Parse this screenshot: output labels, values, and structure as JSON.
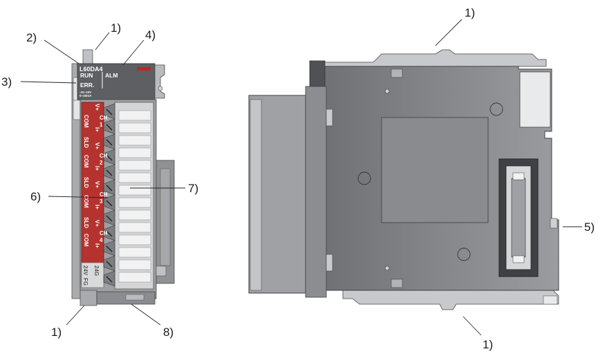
{
  "front": {
    "model": "L60DA4",
    "led_run": "RUN",
    "led_alm": "ALM",
    "led_err": "ERR.",
    "range_line1": "-10~10V",
    "range_line2": "0~20mA",
    "ch_label": "CH",
    "ch_numbers": [
      "1",
      "2",
      "3",
      "4"
    ],
    "terminal_v": "V+",
    "terminal_i": "I+",
    "terminal_com": "COM",
    "terminal_sld": "SLD",
    "terminal_24v": "24V",
    "terminal_24g": "24G",
    "terminal_fg": "FG"
  },
  "callouts": {
    "c1_top_left": "1)",
    "c2": "2)",
    "c3": "3)",
    "c4": "4)",
    "c6": "6)",
    "c7": "7)",
    "c1_bottom_left": "1)",
    "c8": "8)",
    "c1_top_right": "1)",
    "c5": "5)",
    "c1_bottom_right": "1)"
  },
  "colors": {
    "body_gray": "#8e9093",
    "dark_gray": "#55575a",
    "terminal_red": "#b5332e",
    "panel_light": "#c9cbce",
    "alm_led_red": "#c8202a"
  }
}
